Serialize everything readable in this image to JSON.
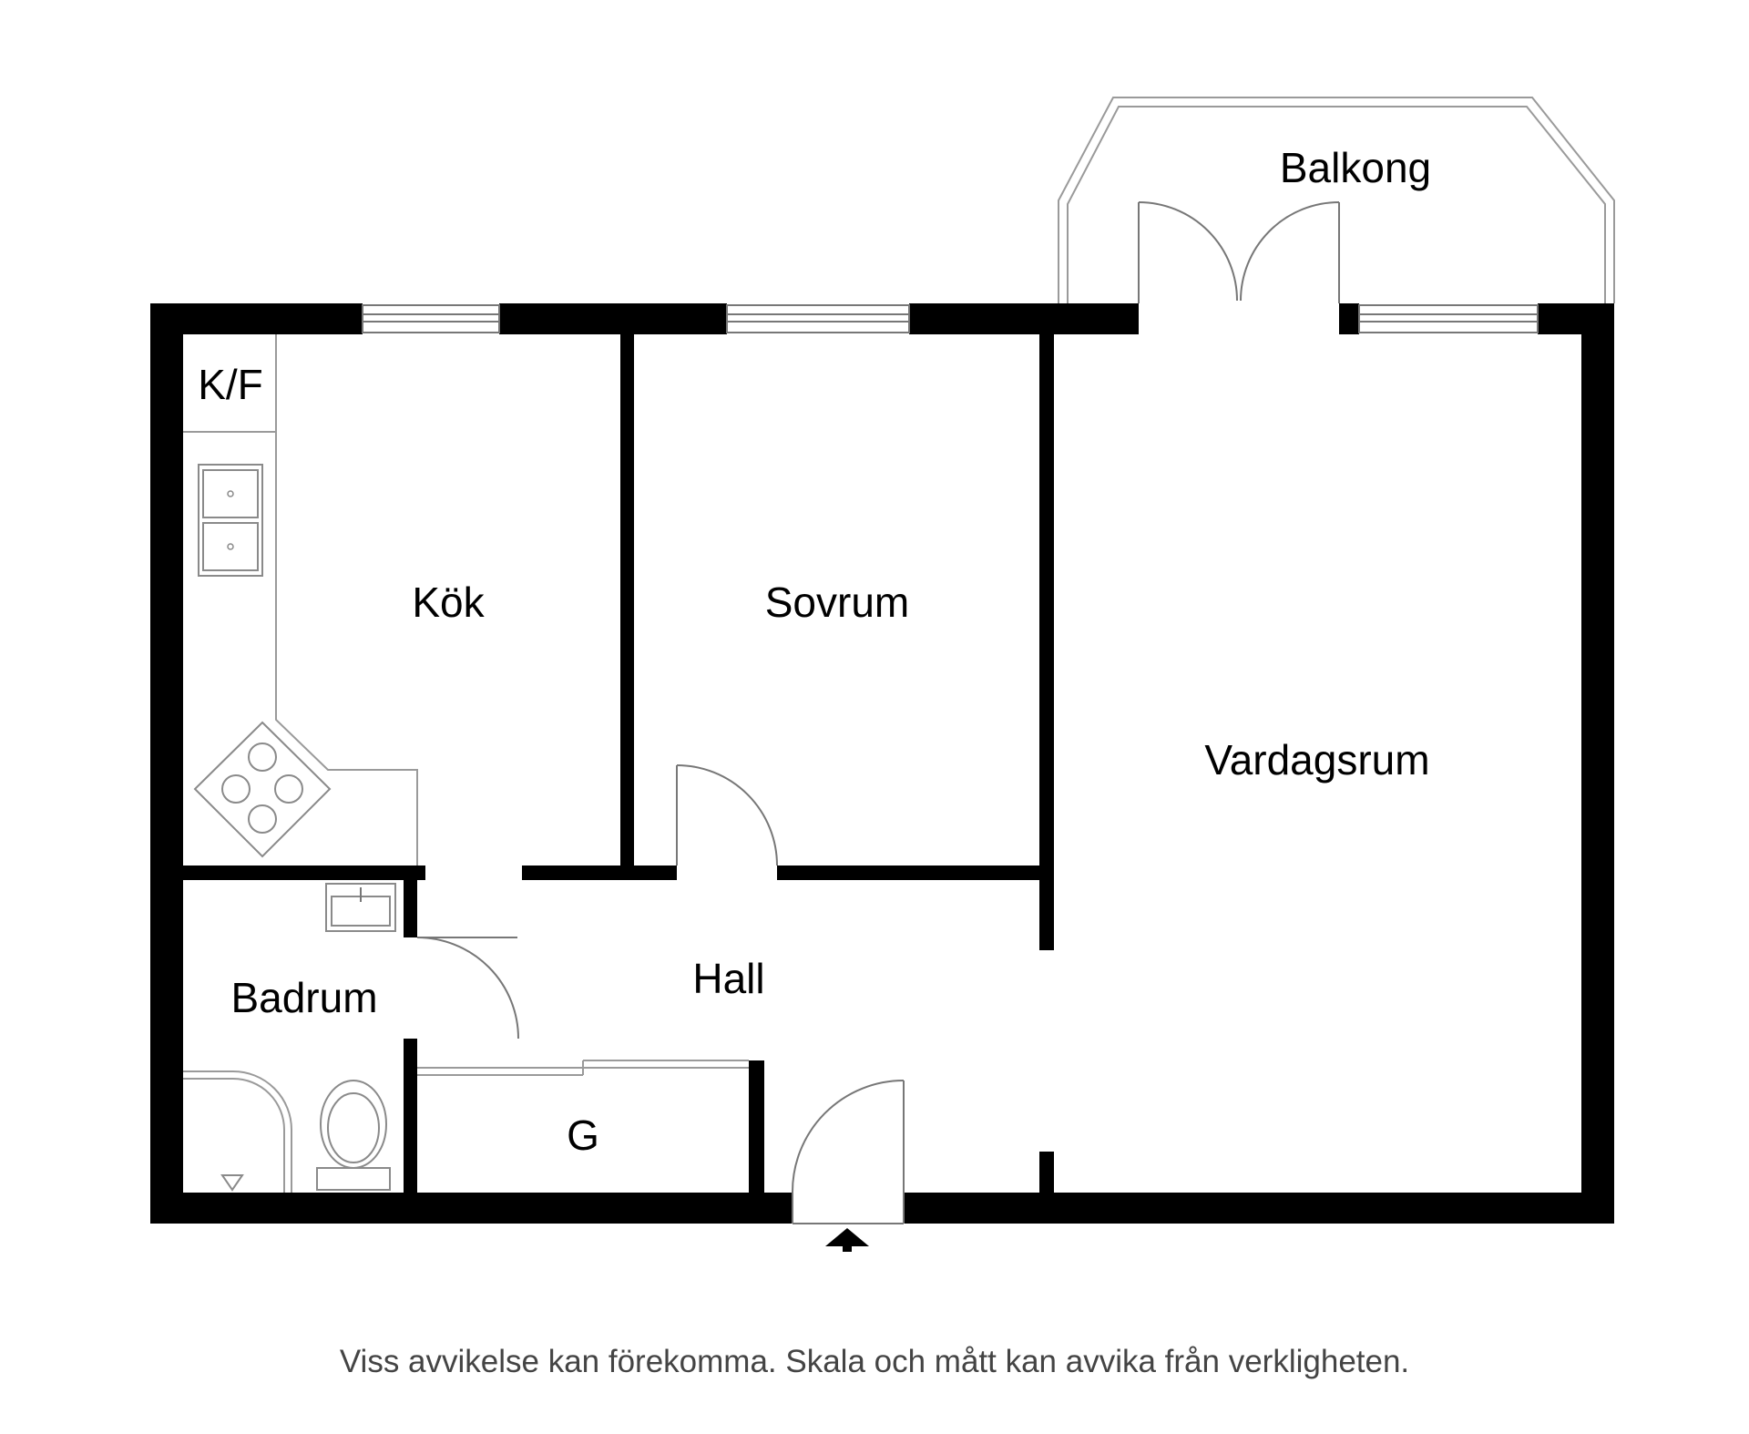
{
  "rooms": {
    "balcony": "Balkong",
    "fridge_freezer": "K/F",
    "kitchen": "Kök",
    "bedroom": "Sovrum",
    "living_room": "Vardagsrum",
    "hall": "Hall",
    "bathroom": "Badrum",
    "wardrobe": "G"
  },
  "disclaimer": "Viss avvikelse kan förekomma. Skala och mått kan avvika från verkligheten.",
  "colors": {
    "wall": "#000000",
    "line": "#9a9a9a",
    "background": "#ffffff"
  }
}
